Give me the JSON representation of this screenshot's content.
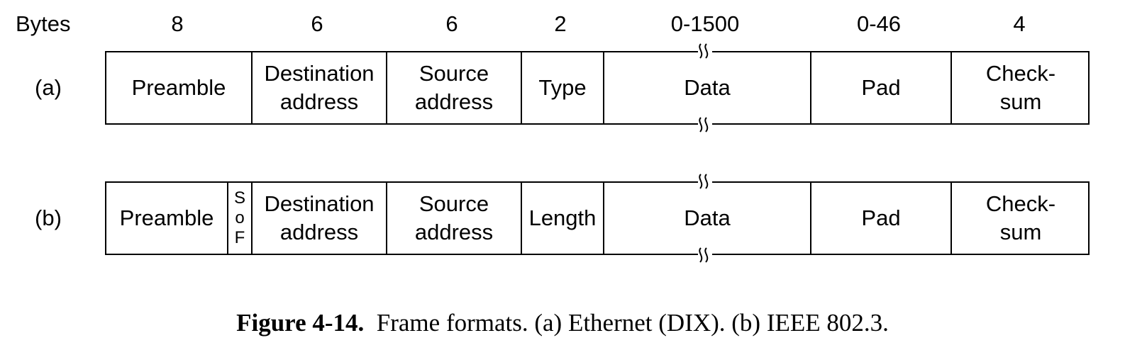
{
  "bytes_header": {
    "title": "Bytes",
    "values": [
      "8",
      "6",
      "6",
      "2",
      "0-1500",
      "0-46",
      "4"
    ]
  },
  "frame_a": {
    "label": "(a)",
    "fields": {
      "preamble": "Preamble",
      "destination_line1": "Destination",
      "destination_line2": "address",
      "source_line1": "Source",
      "source_line2": "address",
      "type": "Type",
      "data": "Data",
      "pad": "Pad",
      "checksum_line1": "Check-",
      "checksum_line2": "sum"
    }
  },
  "frame_b": {
    "label": "(b)",
    "fields": {
      "preamble": "Preamble",
      "sof_1": "S",
      "sof_2": "o",
      "sof_3": "F",
      "destination_line1": "Destination",
      "destination_line2": "address",
      "source_line1": "Source",
      "source_line2": "address",
      "length": "Length",
      "data": "Data",
      "pad": "Pad",
      "checksum_line1": "Check-",
      "checksum_line2": "sum"
    }
  },
  "caption": {
    "figure": "Figure 4-14.",
    "text": "Frame formats. (a) Ethernet (DIX). (b) IEEE 802.3."
  }
}
